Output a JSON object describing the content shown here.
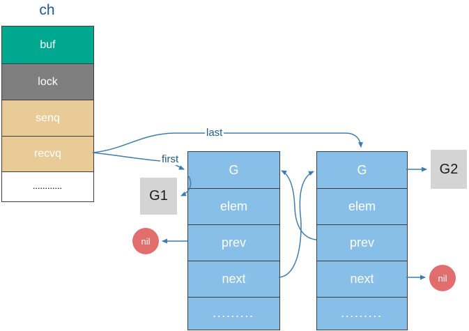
{
  "colors": {
    "buf_teal": "#00A88F",
    "lock_gray": "#7F7F7F",
    "queue_tan": "#E8CB96",
    "struct_blue": "#87BFE8",
    "box_gray": "#D4D4D4",
    "nil_red": "#E26D6D",
    "arrow_blue": "#3F7CAD",
    "label_blue": "#1F5C87"
  },
  "ch_struct": {
    "title": "ch",
    "rows": [
      {
        "label": "buf",
        "bg": "#00A88F"
      },
      {
        "label": "lock",
        "bg": "#7F7F7F"
      },
      {
        "label": "senq",
        "bg": "#E8CB96"
      },
      {
        "label": "recvq",
        "bg": "#E8CB96"
      },
      {
        "label": "............",
        "bg": "#FFFFFF"
      }
    ]
  },
  "g_struct_1": {
    "rows": [
      {
        "label": "G"
      },
      {
        "label": "elem"
      },
      {
        "label": "prev"
      },
      {
        "label": "next"
      },
      {
        "label": "........."
      }
    ]
  },
  "g_struct_2": {
    "rows": [
      {
        "label": "G"
      },
      {
        "label": "elem"
      },
      {
        "label": "prev"
      },
      {
        "label": "next"
      },
      {
        "label": "........."
      }
    ]
  },
  "pointer_labels": {
    "first": "first",
    "last": "last"
  },
  "g1_box": {
    "label": "G1",
    "bg": "#D4D4D4"
  },
  "g2_box": {
    "label": "G2",
    "bg": "#D4D4D4"
  },
  "nil_left": {
    "label": "nil",
    "bg": "#E26D6D"
  },
  "nil_right": {
    "label": "nil",
    "bg": "#E26D6D"
  }
}
